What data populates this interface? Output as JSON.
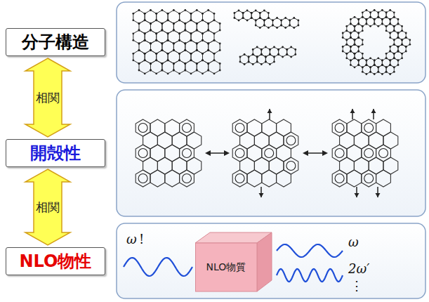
{
  "diagram": {
    "nodes": [
      {
        "text": [
          "分子構造"
        ]
      },
      {
        "text": [
          "開殻性"
        ]
      },
      {
        "text": [
          "NLO物性"
        ]
      },
      {
        "text": [
          "NLO物質"
        ]
      }
    ],
    "edges": [
      {
        "from": 0,
        "to": 1,
        "label": "相関",
        "arrow": "both"
      },
      {
        "from": 1,
        "to": 2,
        "label": "相関",
        "arrow": "both"
      }
    ],
    "labels": [
      "ω",
      "!",
      "ω",
      "2ω′",
      "⋮"
    ]
  }
}
